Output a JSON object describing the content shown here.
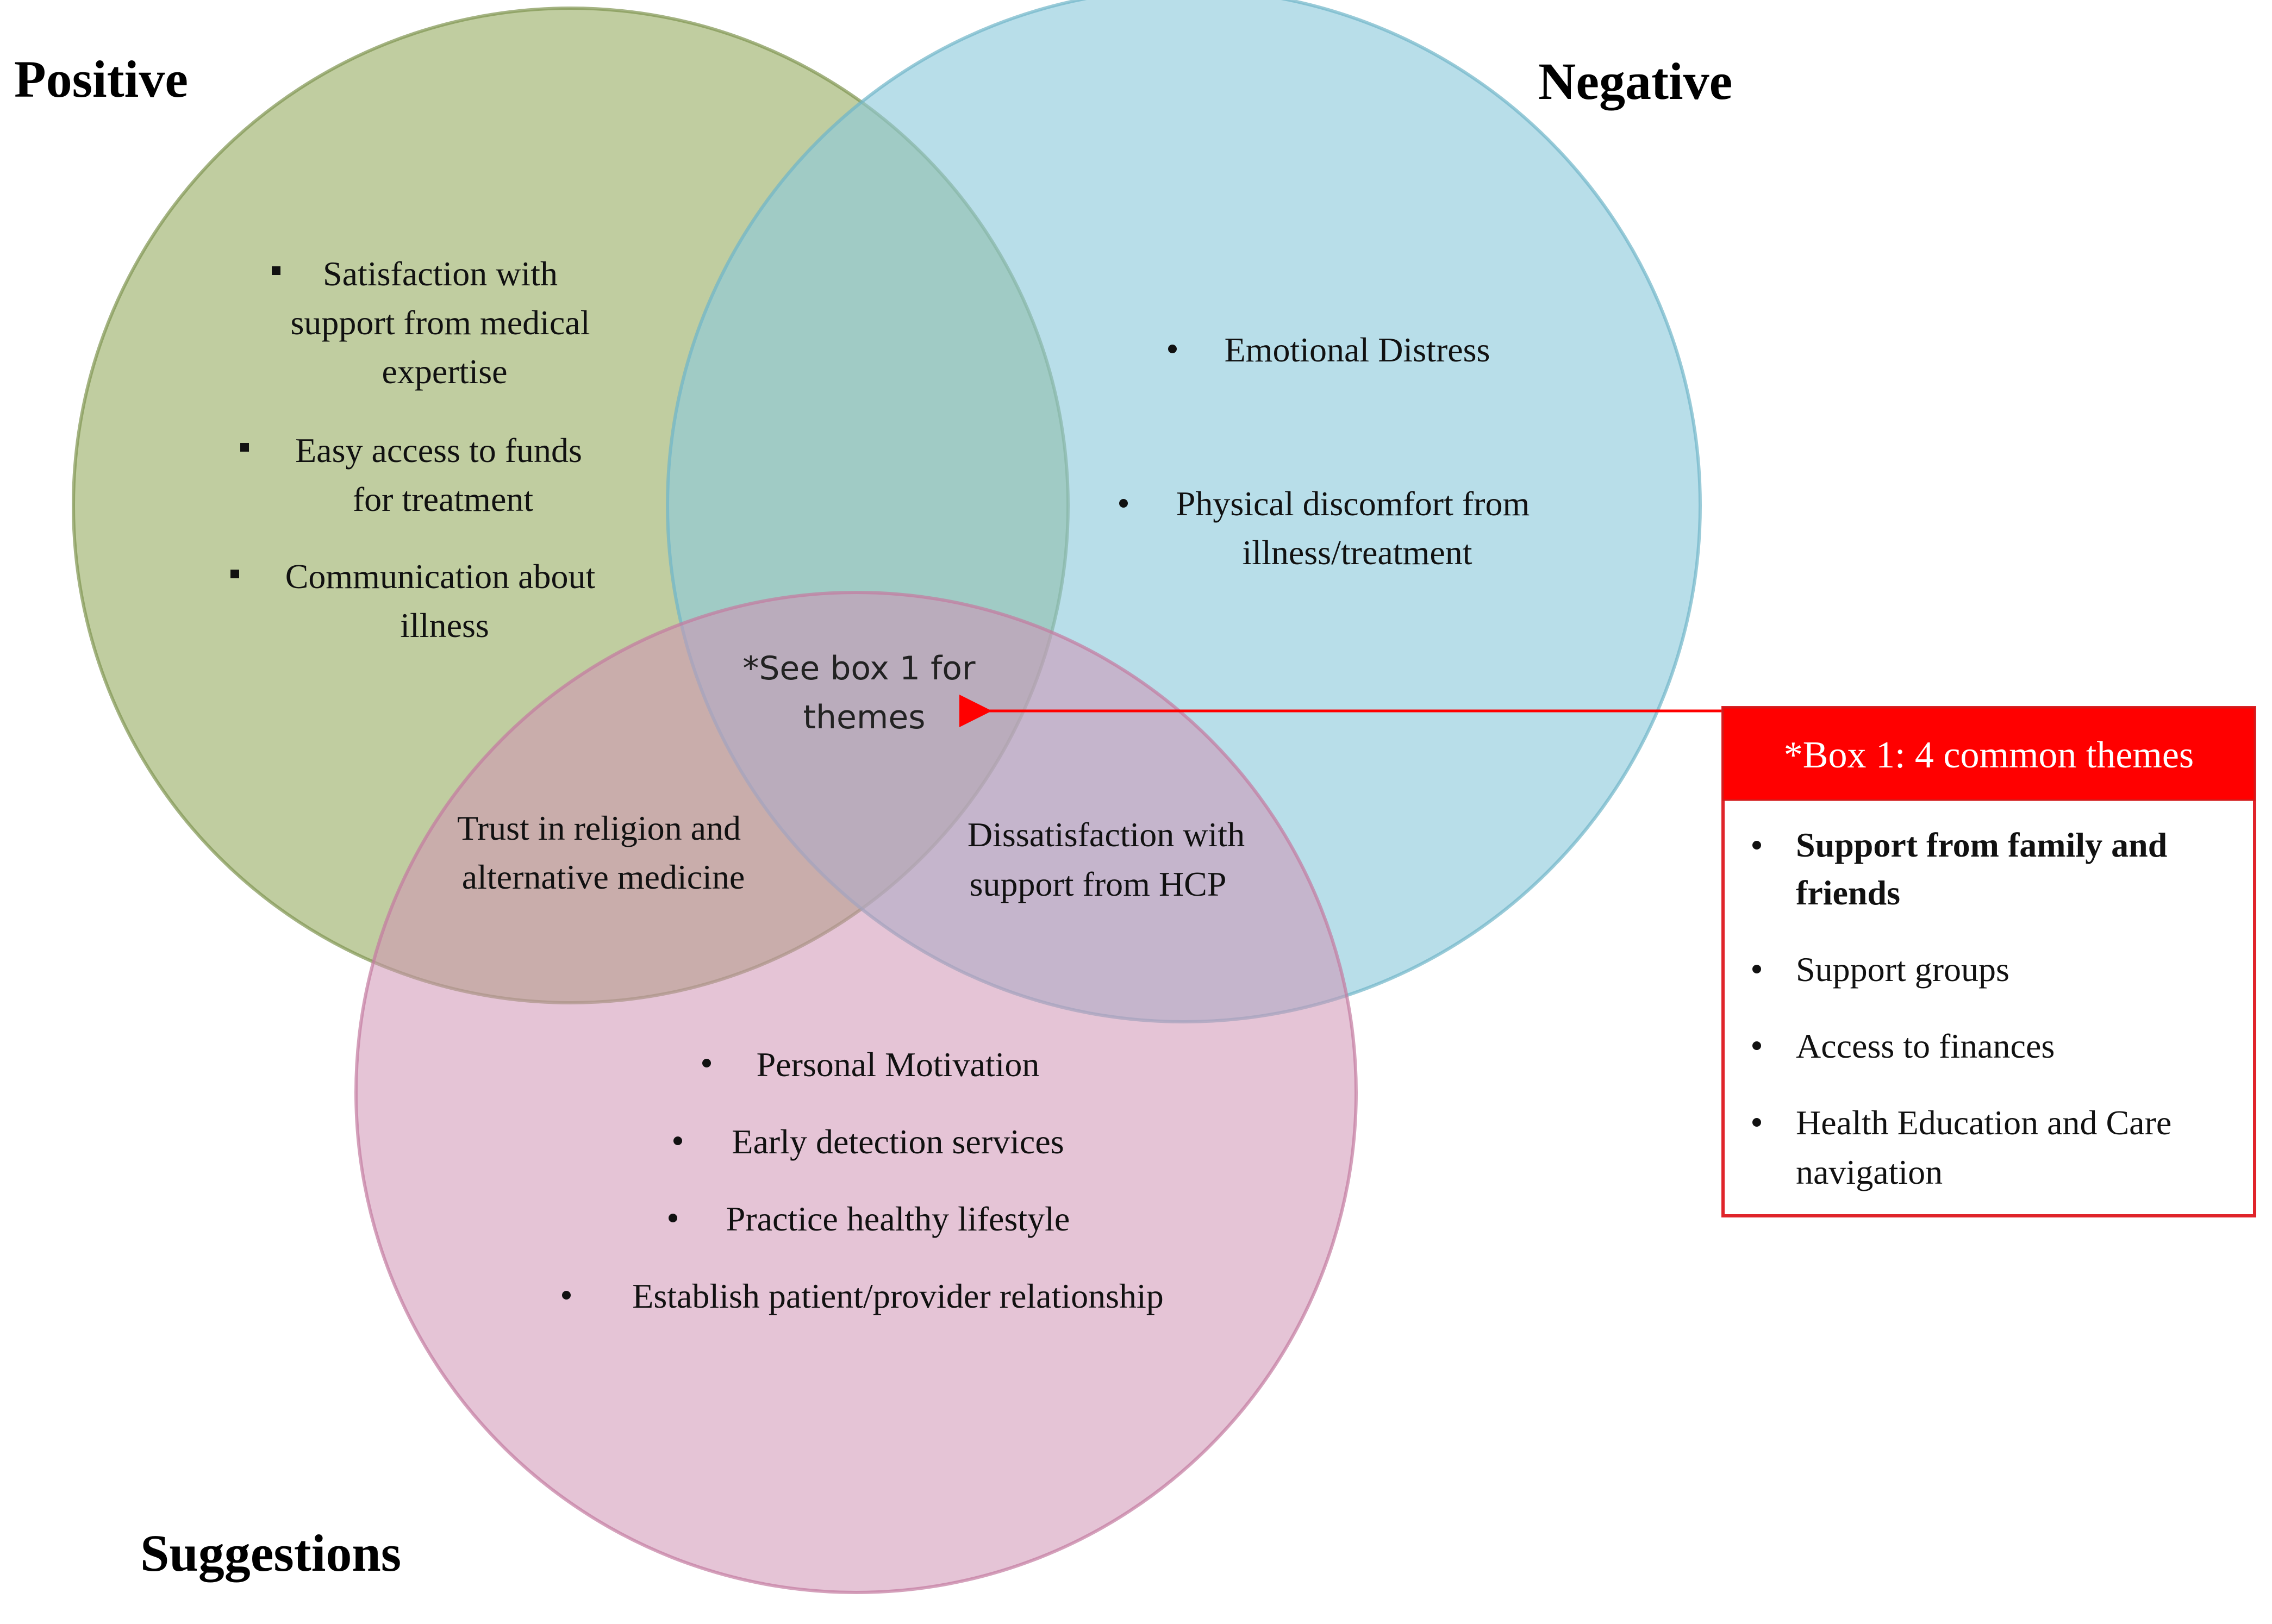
{
  "colors": {
    "positive_fill": "#9aae65",
    "negative_fill": "#8ccadb",
    "suggestions_fill": "#cf93b4",
    "accent_red": "#ff0000",
    "box_border": "#e0242a"
  },
  "circles": {
    "positive": {
      "label": "Positive",
      "bullet_icon": "square-bullet",
      "items": [
        [
          "Satisfaction with",
          "support from medical",
          "expertise"
        ],
        [
          "Easy access to funds",
          "for treatment"
        ],
        [
          "Communication about",
          "illness"
        ]
      ]
    },
    "negative": {
      "label": "Negative",
      "bullet_icon": "round-bullet",
      "items": [
        [
          "Emotional Distress"
        ],
        [
          "Physical discomfort from",
          "illness/treatment"
        ]
      ]
    },
    "suggestions": {
      "label": "Suggestions",
      "bullet_icon": "round-bullet",
      "items": [
        [
          "Personal Motivation"
        ],
        [
          "Early detection services"
        ],
        [
          "Practice healthy lifestyle"
        ],
        [
          "Establish patient/provider relationship"
        ]
      ]
    }
  },
  "overlaps": {
    "positive_suggestions": [
      "Trust in religion and",
      "alternative medicine"
    ],
    "negative_suggestions": [
      "Dissatisfaction with",
      "support from HCP"
    ],
    "center": [
      "*See box 1 for",
      "themes"
    ]
  },
  "box1": {
    "title": "*Box 1: 4 common themes",
    "items": [
      {
        "lines": [
          "Support from family and",
          "friends"
        ],
        "bold": true
      },
      {
        "lines": [
          "Support groups"
        ],
        "bold": false
      },
      {
        "lines": [
          "Access to finances"
        ],
        "bold": false
      },
      {
        "lines": [
          "Health Education and Care",
          "navigation"
        ],
        "bold": false
      }
    ]
  }
}
